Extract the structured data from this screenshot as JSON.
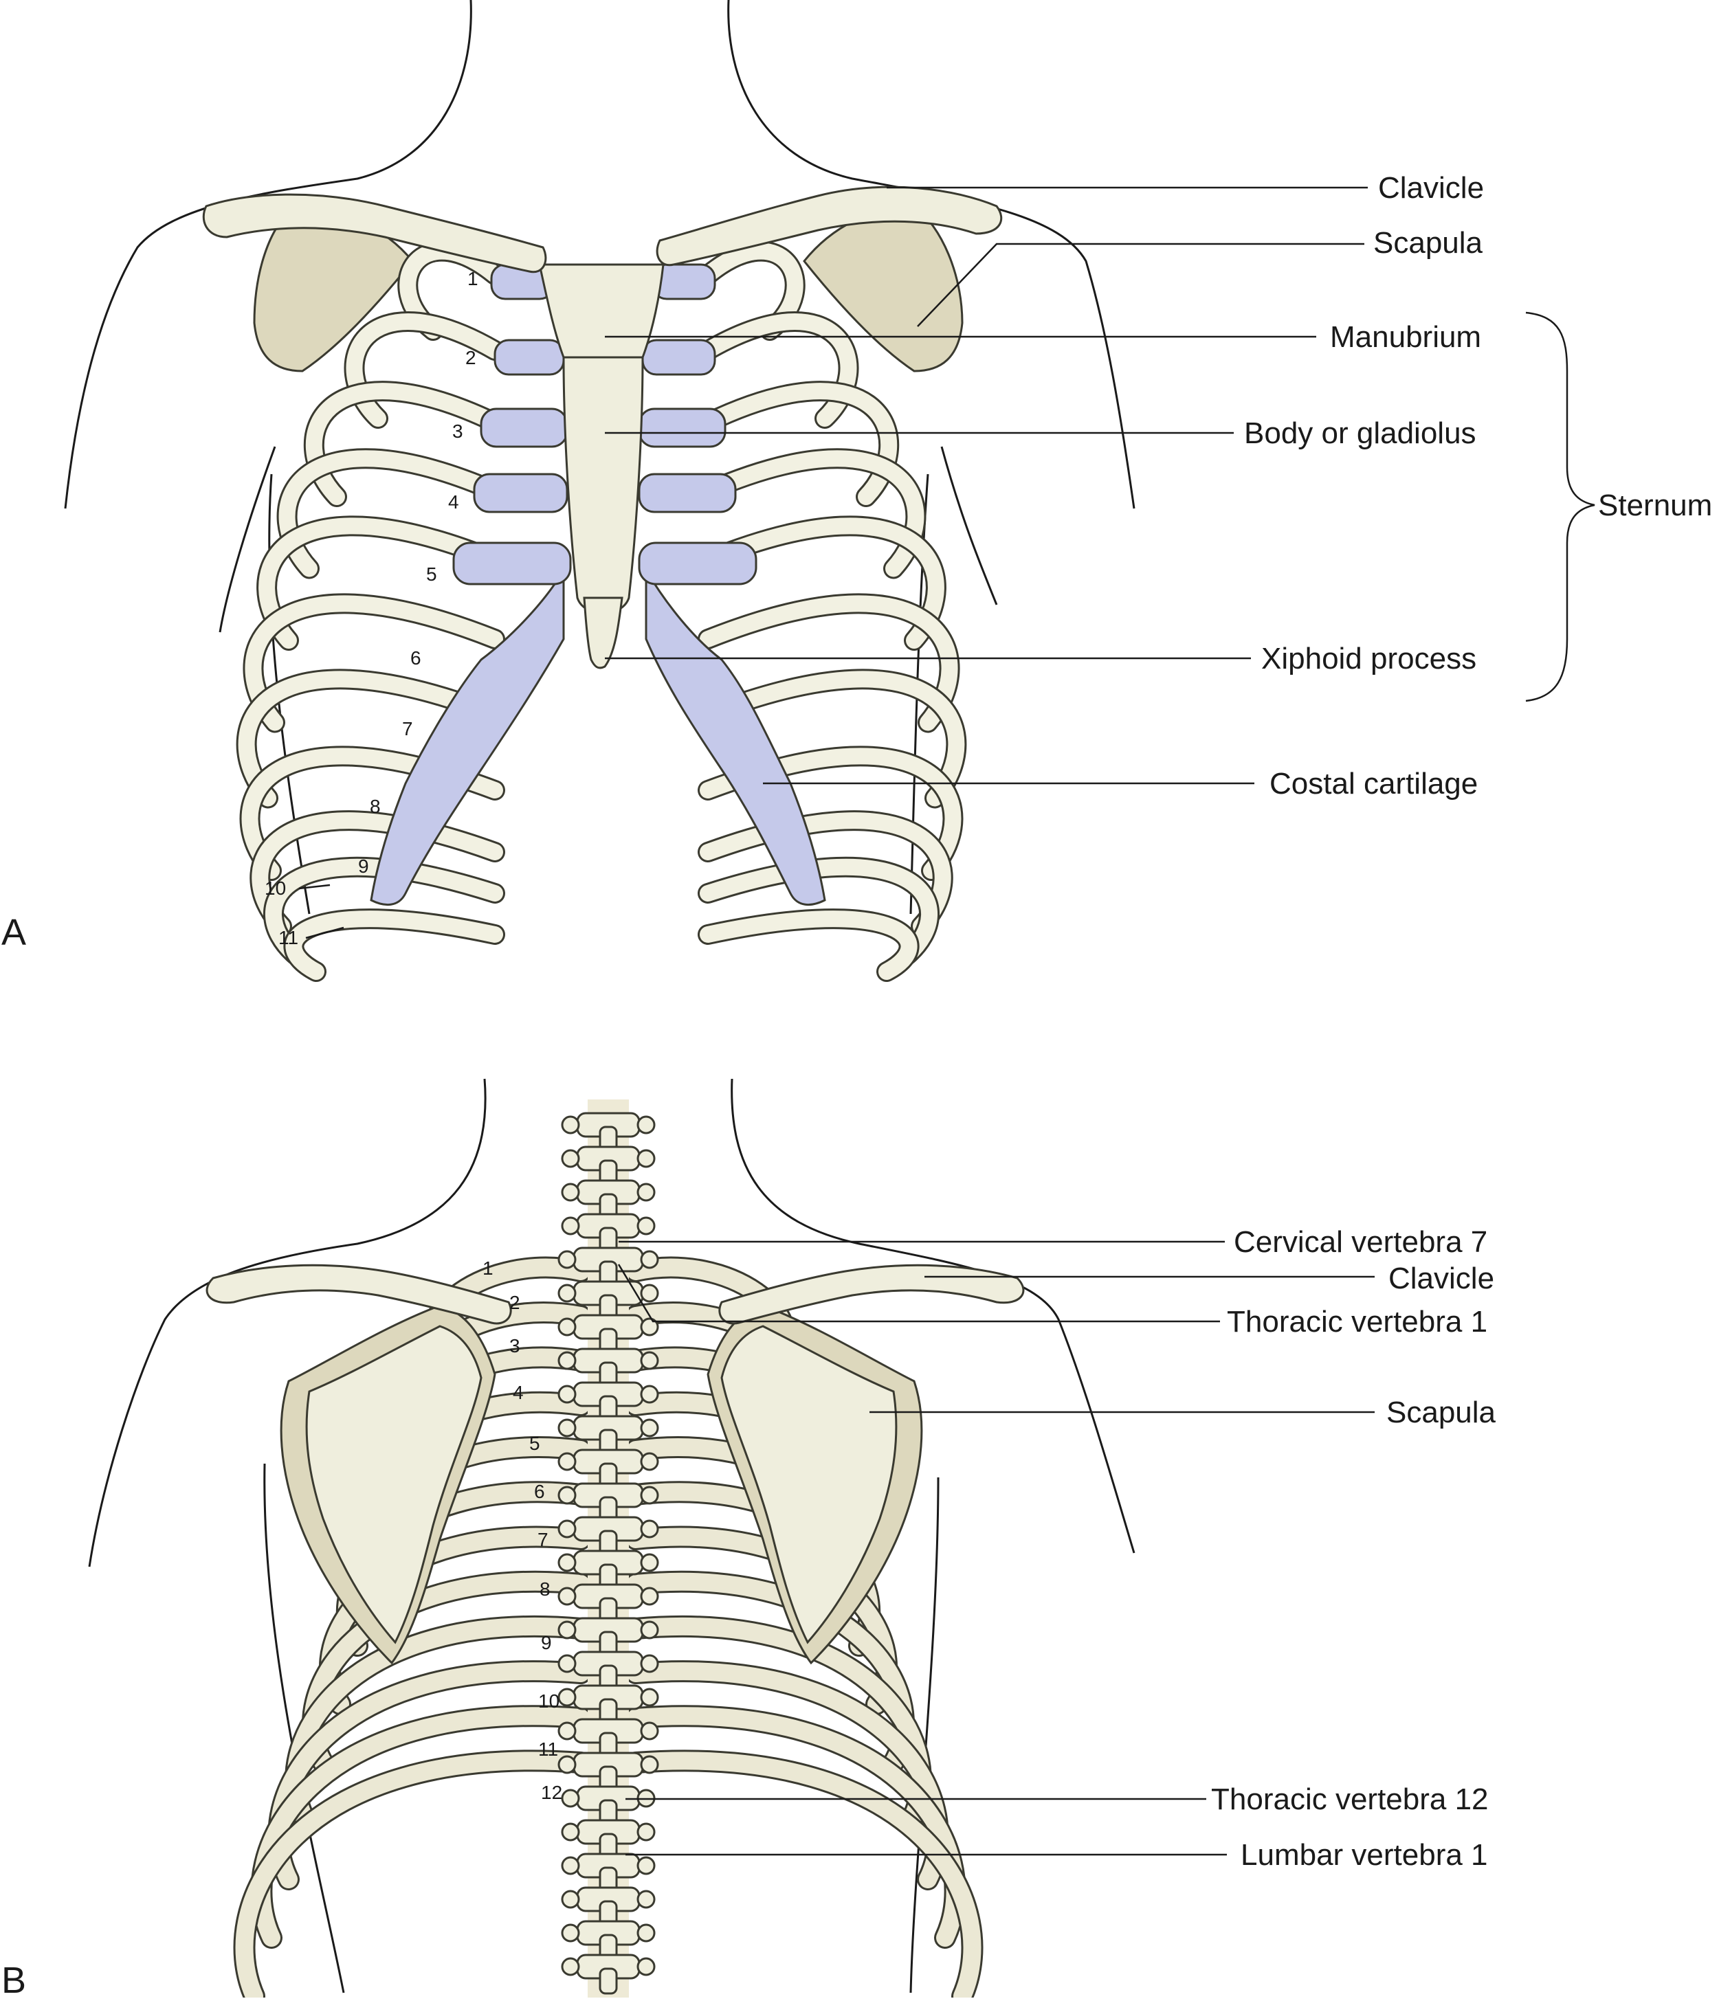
{
  "panel_a": {
    "letter": "A",
    "labels": {
      "clavicle": "Clavicle",
      "scapula": "Scapula",
      "manubrium": "Manubrium",
      "body": "Body or gladiolus",
      "sternum": "Sternum",
      "xiphoid": "Xiphoid process",
      "costal": "Costal cartilage"
    },
    "rib_numbers": [
      "1",
      "2",
      "3",
      "4",
      "5",
      "6",
      "7",
      "8",
      "9",
      "10",
      "11"
    ]
  },
  "panel_b": {
    "letter": "B",
    "labels": {
      "c7": "Cervical vertebra 7",
      "clavicle": "Clavicle",
      "t1": "Thoracic vertebra 1",
      "scapula": "Scapula",
      "t12": "Thoracic vertebra 12",
      "l1": "Lumbar vertebra 1"
    },
    "rib_numbers": [
      "1",
      "2",
      "3",
      "4",
      "5",
      "6",
      "7",
      "8",
      "9",
      "10",
      "11",
      "12"
    ]
  },
  "colors": {
    "bone": "#efeedd",
    "bone_shade": "#ddd8bd",
    "cartilage": "#c5c9ea",
    "line": "#1a1a1a"
  }
}
